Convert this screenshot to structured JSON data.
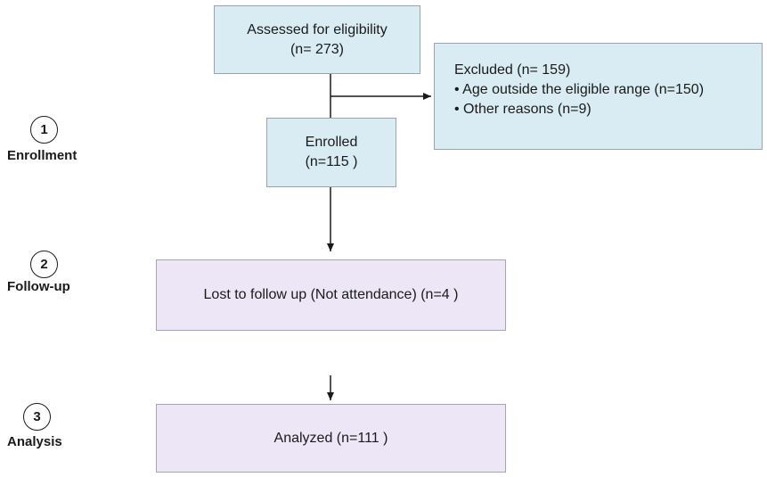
{
  "boxes": {
    "assessed": {
      "title": "Assessed for eligibility",
      "count": "(n= 273)"
    },
    "excluded": {
      "title": "Excluded (n= 159)",
      "reasons": [
        "• Age outside the eligible range (n=150)",
        "• Other reasons (n=9)"
      ]
    },
    "enrolled": {
      "title": "Enrolled",
      "count": "(n=115 )"
    },
    "lost": {
      "text": "Lost to follow up (Not attendance) (n=4 )"
    },
    "analyzed": {
      "text": "Analyzed (n=111 )"
    }
  },
  "stages": [
    {
      "number": "1",
      "label": "Enrollment"
    },
    {
      "number": "2",
      "label": "Follow-up"
    },
    {
      "number": "3",
      "label": "Analysis"
    }
  ],
  "colors": {
    "enrollment_fill": "#d9ecf3",
    "followup_fill": "#ece6f7",
    "line": "#1a1a1a"
  }
}
